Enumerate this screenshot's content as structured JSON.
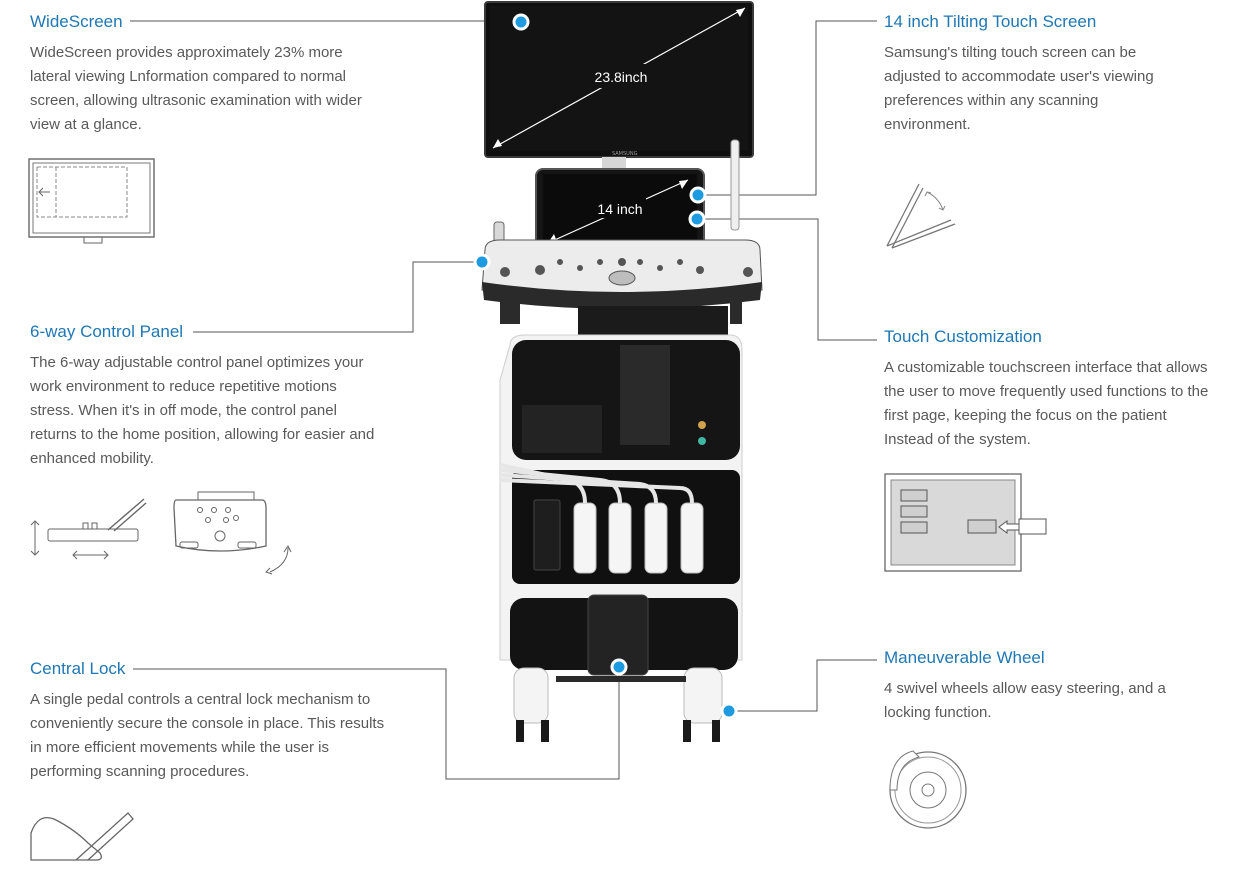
{
  "features": {
    "widescreen": {
      "title": "WideScreen",
      "text": "WideScreen provides approximately 23% more lateral viewing Lnformation compared to normal screen, allowing ultrasonic examination with wider view at a glance."
    },
    "control_panel": {
      "title": "6-way Control Panel",
      "text": "The 6-way adjustable control panel optimizes your work environment to reduce repetitive motions stress. When it's in off mode, the control panel returns to the home position, allowing for easier and enhanced mobility."
    },
    "central_lock": {
      "title": "Central Lock",
      "text": "A single pedal controls a central lock mechanism to conveniently secure the console in place. This results in more efficient movements while the user is performing scanning procedures."
    },
    "touch_screen": {
      "title": "14 inch Tilting Touch Screen",
      "text": "Samsung's tilting touch screen can be adjusted to accommodate user's viewing preferences within any scanning environment."
    },
    "touch_customization": {
      "title": "Touch Customization",
      "text": "A customizable touchscreen interface that allows the user to move frequently used functions to the first page, keeping the focus on the patient Instead of the system."
    },
    "wheel": {
      "title": "Maneuverable Wheel",
      "text": "4 swivel wheels allow easy steering, and a locking function."
    }
  },
  "device": {
    "monitor_size_label": "23.8inch",
    "touchscreen_size_label": "14 inch",
    "brand_label": "SAMSUNG"
  },
  "colors": {
    "accent": "#1f77b4",
    "dot": "#1e9be0",
    "body_text": "#595959",
    "line": "#555555"
  }
}
